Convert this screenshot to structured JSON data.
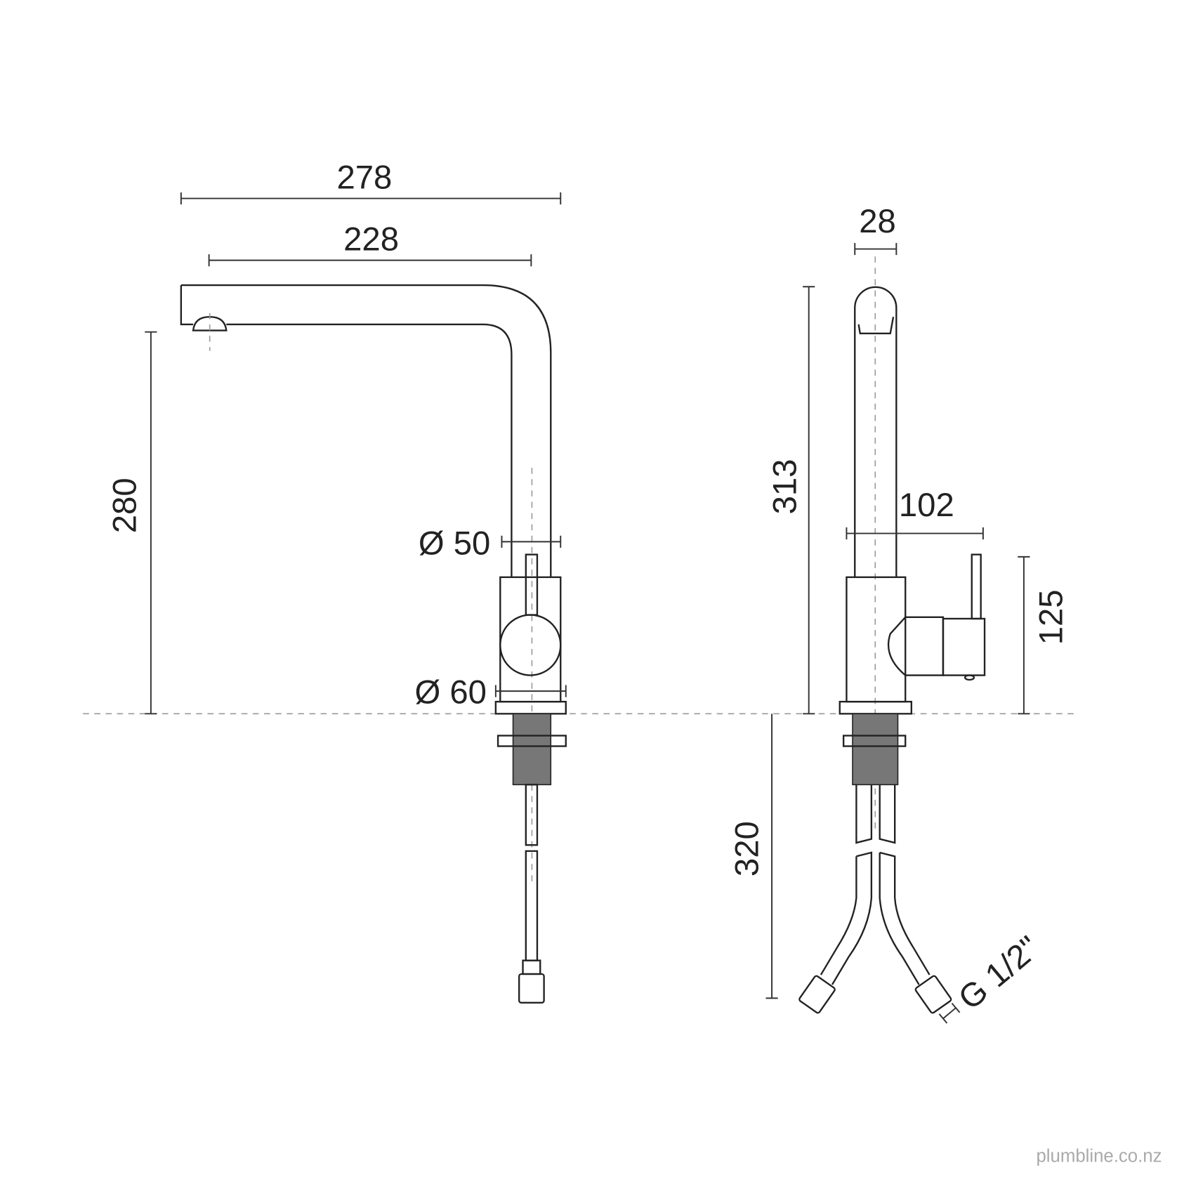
{
  "dimensions": {
    "front_width_total": "278",
    "front_spout_reach": "228",
    "front_spout_height": "280",
    "neck_diameter": "Ø 50",
    "base_diameter": "Ø 60",
    "side_spout_diameter": "28",
    "side_total_height": "313",
    "side_handle_depth": "102",
    "side_handle_height": "125",
    "hose_length": "320",
    "connection_thread": "G 1/2\""
  },
  "watermark": "plumbline.co.nz",
  "colors": {
    "line": "#222222",
    "dash": "#999999",
    "thread": "#777777"
  }
}
